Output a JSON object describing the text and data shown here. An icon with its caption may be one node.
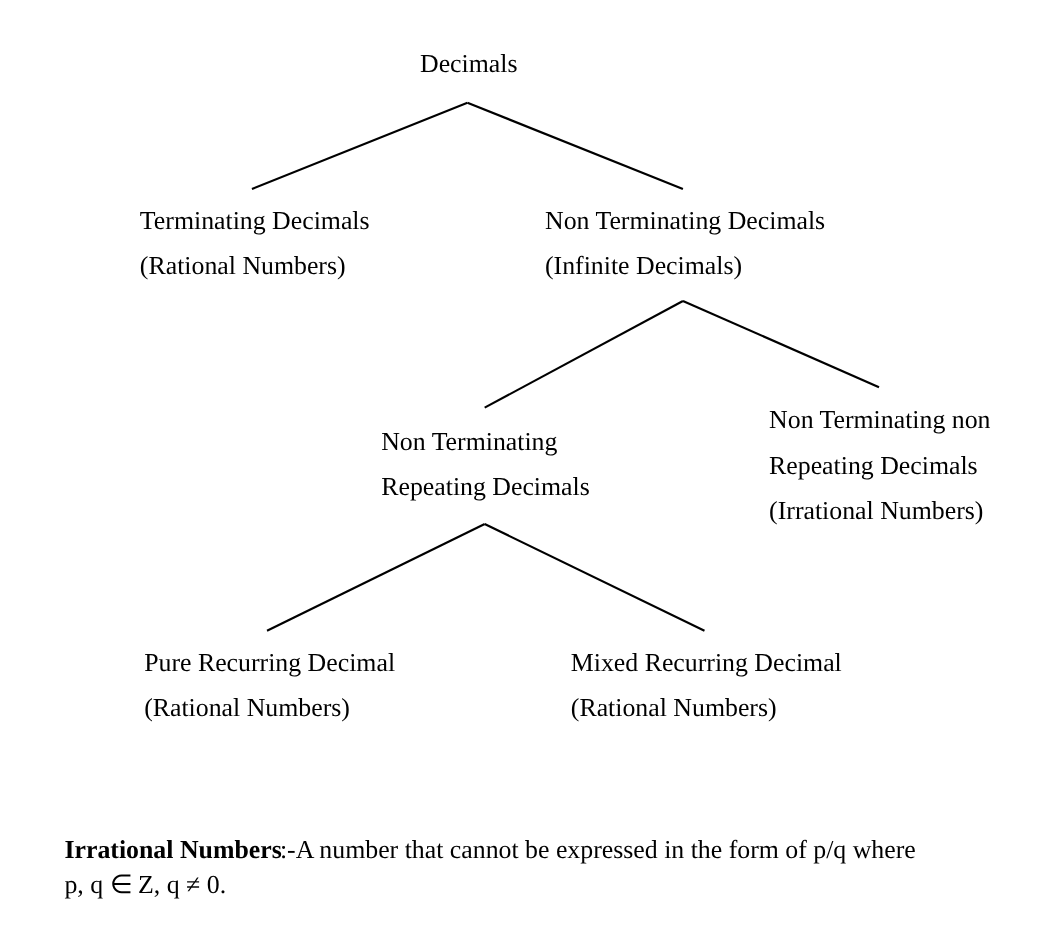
{
  "diagram": {
    "nodes": [
      {
        "text": [
          "Decimals"
        ]
      },
      {
        "text": [
          "Terminating Decimals",
          "(Rational Numbers)"
        ]
      },
      {
        "text": [
          "Non Terminating Decimals",
          "(Infinite Decimals)"
        ]
      },
      {
        "text": [
          "Non Terminating Repeating Decimals"
        ]
      },
      {
        "text": [
          "Non Terminating non Repeating Decimals",
          "(Irrational Numbers)"
        ]
      },
      {
        "text": [
          "Pure Recurring Decimal",
          "(Rational Numbers)"
        ]
      },
      {
        "text": [
          "Mixed Recurring Decimal",
          "(Rational Numbers)"
        ]
      }
    ],
    "edges": [
      {
        "from": 0,
        "to": 1,
        "arrow": "none"
      },
      {
        "from": 0,
        "to": 2,
        "arrow": "none"
      },
      {
        "from": 2,
        "to": 3,
        "arrow": "none"
      },
      {
        "from": 2,
        "to": 4,
        "arrow": "none"
      },
      {
        "from": 3,
        "to": 5,
        "arrow": "none"
      },
      {
        "from": 3,
        "to": 6,
        "arrow": "none"
      }
    ],
    "labels": [
      "**Irrational Numbers**:-A number that cannot be expressed in the form of p/q where p, q ∈ Z, q ≠ 0."
    ]
  }
}
